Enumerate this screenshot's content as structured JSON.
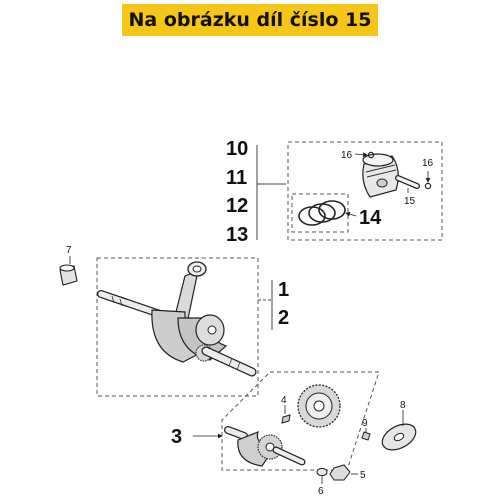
{
  "banner": {
    "text": "Na obrázku díl číslo 15",
    "color": "#f5c518"
  },
  "callouts": {
    "c1": "1",
    "c2": "2",
    "c3": "3",
    "c4": "4",
    "c5": "5",
    "c6": "6",
    "c7": "7",
    "c8": "8",
    "c9": "9",
    "c10": "10",
    "c11": "11",
    "c12": "12",
    "c13": "13",
    "c14": "14",
    "c15": "15",
    "c16a": "16",
    "c16b": "16"
  }
}
